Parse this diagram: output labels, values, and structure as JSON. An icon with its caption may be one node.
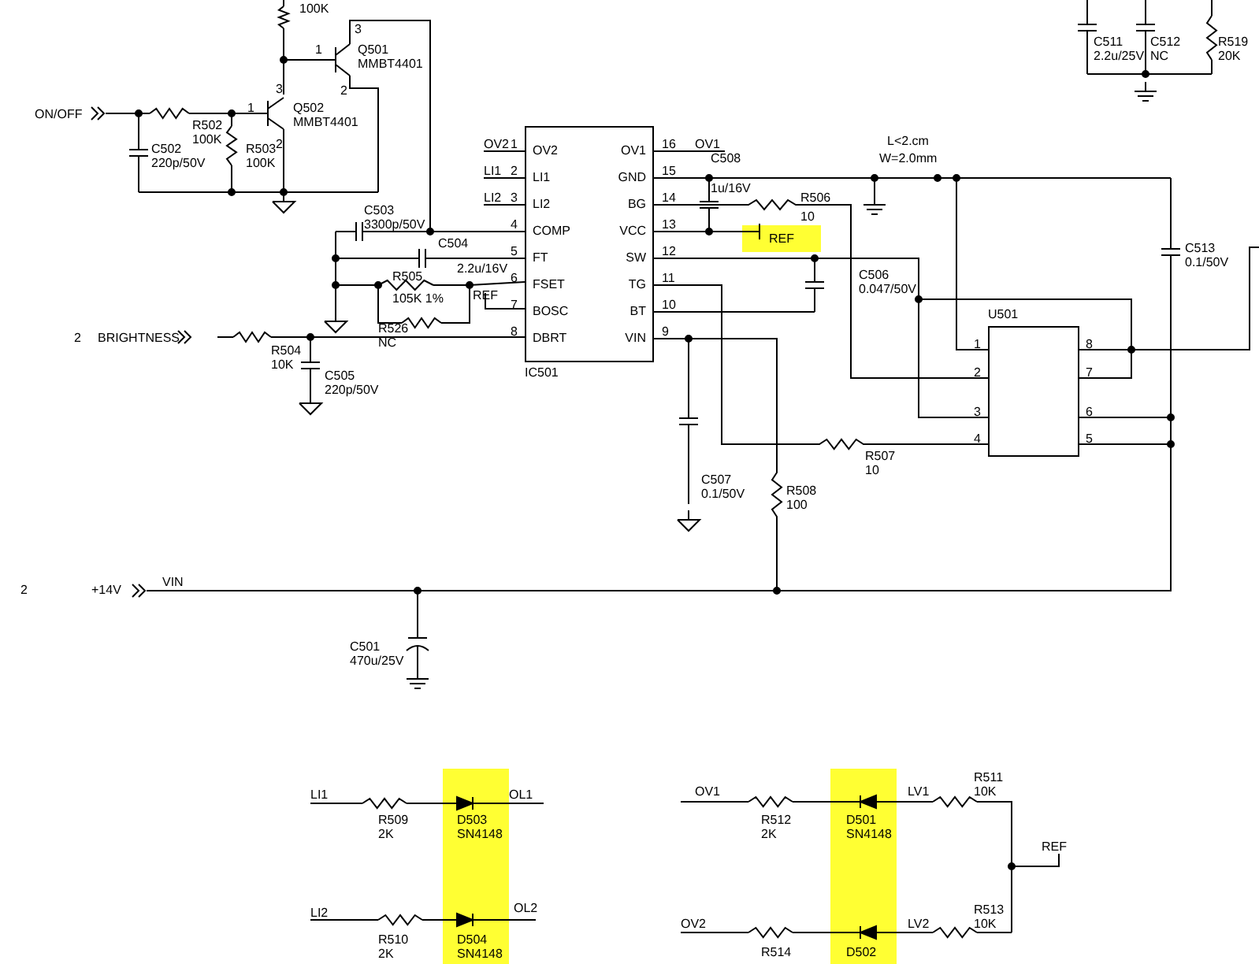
{
  "diagram": {
    "nodes": [
      {
        "text": [
          "OV2",
          "LI1",
          "LI2",
          "COMP",
          "FT",
          "FSET",
          "BOSC",
          "DBRT",
          "OV1",
          "GND",
          "BG",
          "VCC",
          "SW",
          "TG",
          "BT",
          "VIN"
        ],
        "beside": [
          "IC501",
          "1",
          "2",
          "3",
          "4",
          "5",
          "6",
          "7",
          "8",
          "16",
          "15",
          "14",
          "13",
          "12",
          "11",
          "10",
          "9"
        ]
      },
      {
        "text": [],
        "shape": "box",
        "beside": [
          "U501",
          "1",
          "2",
          "3",
          "4",
          "8",
          "7",
          "6",
          "5"
        ]
      }
    ],
    "edges": [
      {
        "from": 0,
        "to": 1,
        "arrow": "none"
      },
      {
        "from": 0,
        "to": 1,
        "arrow": "none"
      },
      {
        "from": 0,
        "to": 1,
        "arrow": "none"
      },
      {
        "from": 0,
        "to": 1,
        "arrow": "none"
      },
      {
        "from": 0,
        "to": 1,
        "arrow": "none"
      },
      {
        "from": 0,
        "to": 1,
        "arrow": "none"
      }
    ],
    "labels": [
      "100K",
      "3",
      "1",
      "Q501",
      "MMBT4401",
      "3",
      "2",
      "1",
      "Q502",
      "MMBT4401",
      "2",
      "ON/OFF",
      "R502",
      "100K",
      "C502",
      "220p/50V",
      "R503",
      "100K",
      "C503",
      "3300p/50V",
      "C504",
      "2.2u/16V",
      "REF",
      "R505",
      "105K 1%",
      "R526",
      "NC",
      "OV2",
      "LI1",
      "LI2",
      "OV1",
      "C508",
      "1u/16V",
      "R506",
      "10",
      "REF",
      "C506",
      "0.047/50V",
      "R507",
      "10",
      "C507",
      "0.1/50V",
      "R508",
      "100",
      "L<2.cm",
      "W=2.0mm",
      "C511",
      "2.2u/25V",
      "C512",
      "NC",
      "R519",
      "20K",
      "C513",
      "0.1/50V",
      "2",
      "BRIGHTNESS",
      "R504",
      "10K",
      "C505",
      "220p/50V",
      "2",
      "+14V",
      "VIN",
      "C501",
      "470u/25V",
      "LI1",
      "R509",
      "2K",
      "D503",
      "SN4148",
      "OL1",
      "LI2",
      "R510",
      "2K",
      "D504",
      "SN4148",
      "OL2",
      "OV1",
      "R512",
      "2K",
      "D501",
      "SN4148",
      "LV1",
      "R511",
      "10K",
      "REF",
      "OV2",
      "R514",
      "D502",
      "LV2",
      "R513",
      "10K"
    ]
  }
}
